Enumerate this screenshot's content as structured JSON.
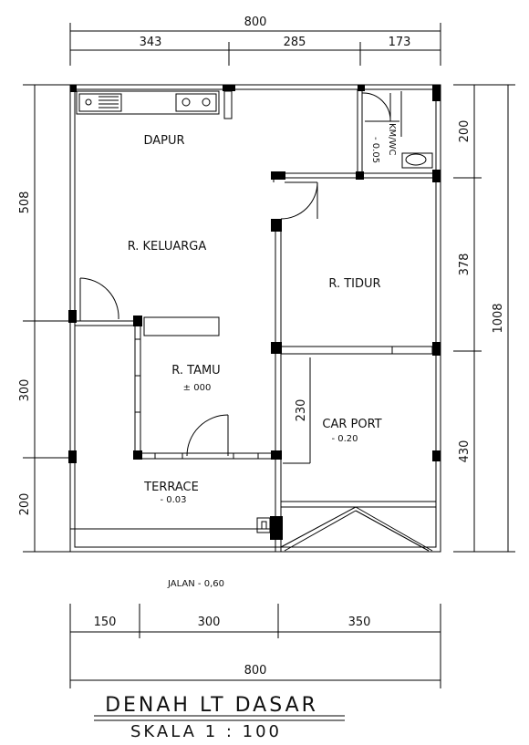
{
  "dimensions": {
    "top_total": "800",
    "top_a": "343",
    "top_b": "285",
    "top_c": "173",
    "left_upper": "508",
    "left_mid": "300",
    "left_lower": "200",
    "right_a": "200",
    "right_b": "378",
    "right_c": "430",
    "right_total": "1008",
    "carport_inner": "230",
    "bottom_a": "150",
    "bottom_b": "300",
    "bottom_c": "350",
    "bottom_total": "800"
  },
  "rooms": {
    "dapur": "DAPUR",
    "kmwc": "KM/WC",
    "kmwc_level": "- 0.05",
    "keluarga": "R. KELUARGA",
    "tidur": "R. TIDUR",
    "tamu": "R. TAMU",
    "tamu_level": "± 000",
    "carport": "CAR PORT",
    "carport_level": "- 0.20",
    "terrace": "TERRACE",
    "terrace_level": "- 0.03"
  },
  "jalan": "JALAN - 0,60",
  "title": "DENAH LT DASAR",
  "scale": "SKALA 1 : 100"
}
